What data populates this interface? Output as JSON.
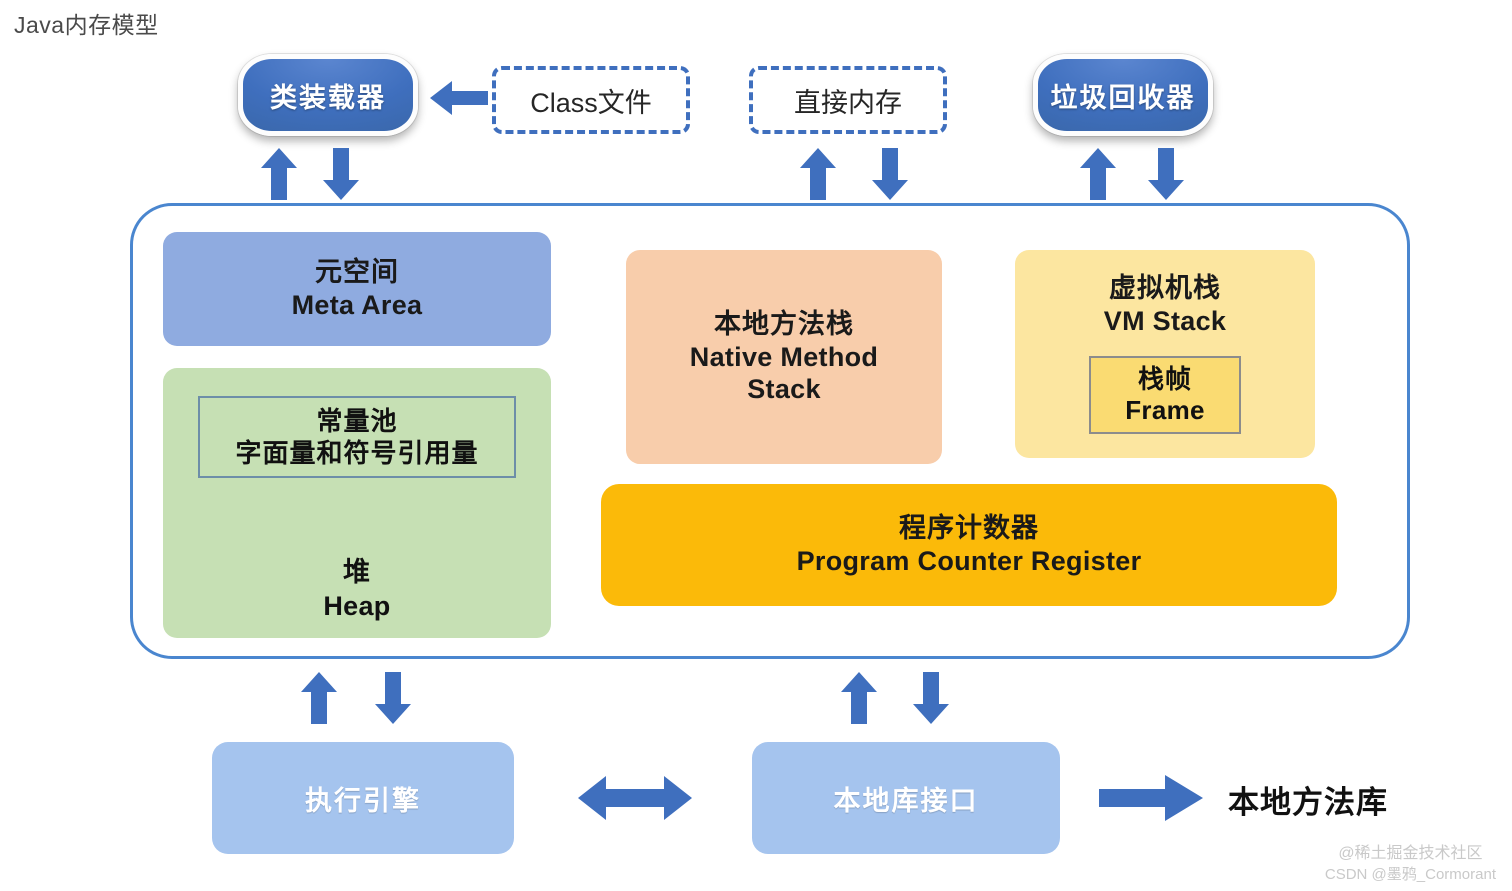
{
  "title": "Java内存模型",
  "top_row": {
    "class_loader": "类装载器",
    "class_file": "Class文件",
    "direct_memory": "直接内存",
    "garbage_collector": "垃圾回收器"
  },
  "runtime_area": {
    "meta_area": {
      "zh": "元空间",
      "en": "Meta Area"
    },
    "heap": {
      "zh": "堆",
      "en": "Heap",
      "constant_pool": {
        "line1": "常量池",
        "line2": "字面量和符号引用量"
      }
    },
    "native_method_stack": {
      "zh": "本地方法栈",
      "en_line1": "Native Method",
      "en_line2": "Stack"
    },
    "vm_stack": {
      "zh": "虚拟机栈",
      "en": "VM Stack",
      "frame": {
        "zh": "栈帧",
        "en": "Frame"
      }
    },
    "pc_register": {
      "zh": "程序计数器",
      "en": "Program Counter Register"
    }
  },
  "bottom_row": {
    "execution_engine": "执行引擎",
    "native_interface": "本地库接口",
    "native_method_library": "本地方法库"
  },
  "watermark": {
    "line1": "@稀土掘金技术社区",
    "line2": "CSDN @墨鸦_Cormorant"
  },
  "colors": {
    "arrow_blue": "#3f6fbe",
    "container_border": "#4a86cf",
    "meta_area": "#8FABE0",
    "heap": "#C6E0B4",
    "native_method_stack": "#F8CDAB",
    "vm_stack": "#FCE6A0",
    "frame": "#FADB72",
    "pc_register": "#FBBA09",
    "light_blue_box": "#A5C4EE",
    "node_blue": "#3f6fbe"
  }
}
